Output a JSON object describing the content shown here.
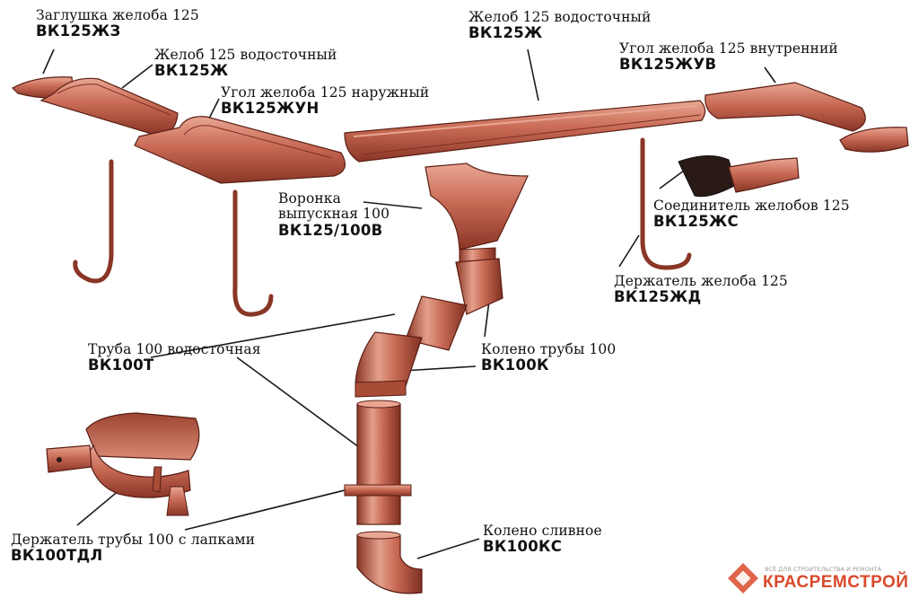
{
  "colors": {
    "metal": "#c86a55",
    "metal_dark": "#8a3626",
    "metal_light": "#e9a692",
    "outline": "#5a1e14",
    "leader": "#1a1a1a",
    "brand": "#d94a2b"
  },
  "labels": {
    "end_cap": {
      "text": "Заглушка желоба 125",
      "code": "ВК125ЖЗ"
    },
    "gutter_left": {
      "text": "Желоб 125 водосточный",
      "code": "ВК125Ж"
    },
    "gutter_main": {
      "text": "Желоб 125 водосточный",
      "code": "ВК125Ж"
    },
    "outer_corner": {
      "text": "Угол желоба 125 наружный",
      "code": "ВК125ЖУН"
    },
    "inner_corner": {
      "text": "Угол желоба 125 внутренний",
      "code": "ВК125ЖУВ"
    },
    "connector": {
      "text": "Соединитель желобов 125",
      "code": "ВК125ЖС"
    },
    "funnel": {
      "text1": "Воронка",
      "text2": "выпускная 100",
      "code": "ВК125/100В"
    },
    "bracket": {
      "text": "Держатель желоба 125",
      "code": "ВК125ЖД"
    },
    "pipe": {
      "text": "Труба 100 водосточная",
      "code": "ВК100Т"
    },
    "elbow": {
      "text": "Колено трубы 100",
      "code": "ВК100К"
    },
    "pipe_holder": {
      "text": "Держатель трубы 100 с лапками",
      "code": "ВК100ТДЛ"
    },
    "drain_elbow": {
      "text": "Колено сливное",
      "code": "ВК100КС"
    }
  },
  "brand": {
    "tagline": "ВСЁ ДЛЯ СТРОИТЕЛЬСТВА И РЕМОНТА",
    "name": "КРАСРЕМСТРОЙ",
    "logo_icon": "diamond-logo-icon"
  }
}
